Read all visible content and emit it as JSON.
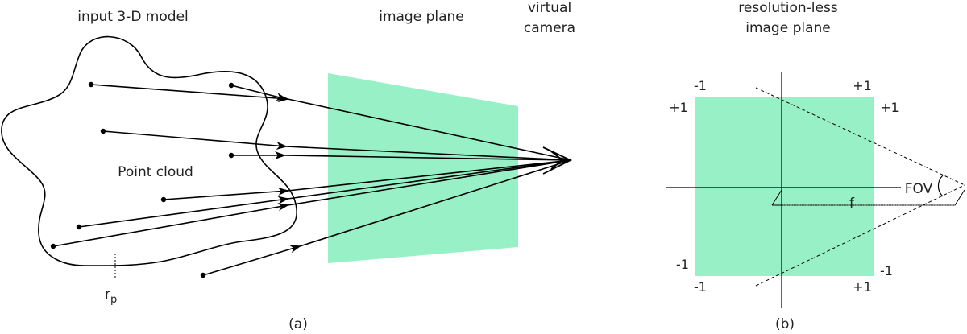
{
  "colors": {
    "plane_fill": "#98f1c6",
    "line": "#000000",
    "text": "#222222"
  },
  "panel_a": {
    "title_model": "input 3-D model",
    "title_plane": "image plane",
    "title_camera_line1": "virtual",
    "title_camera_line2": "camera",
    "point_cloud_label": "Point cloud",
    "radius_label": "r",
    "radius_subscript": "p",
    "caption": "(a)"
  },
  "panel_b": {
    "title_line1": "resolution-less",
    "title_line2": "image plane",
    "corner_top_left_upper": "-1",
    "corner_top_left_lower": "+1",
    "corner_top_right_upper": "+1",
    "corner_top_right_lower": "+1",
    "corner_bottom_left_upper": "-1",
    "corner_bottom_left_lower": "-1",
    "corner_bottom_right_upper": "-1",
    "corner_bottom_right_lower": "+1",
    "fov_label": "FOV",
    "focal_label": "f",
    "caption": "(b)"
  }
}
